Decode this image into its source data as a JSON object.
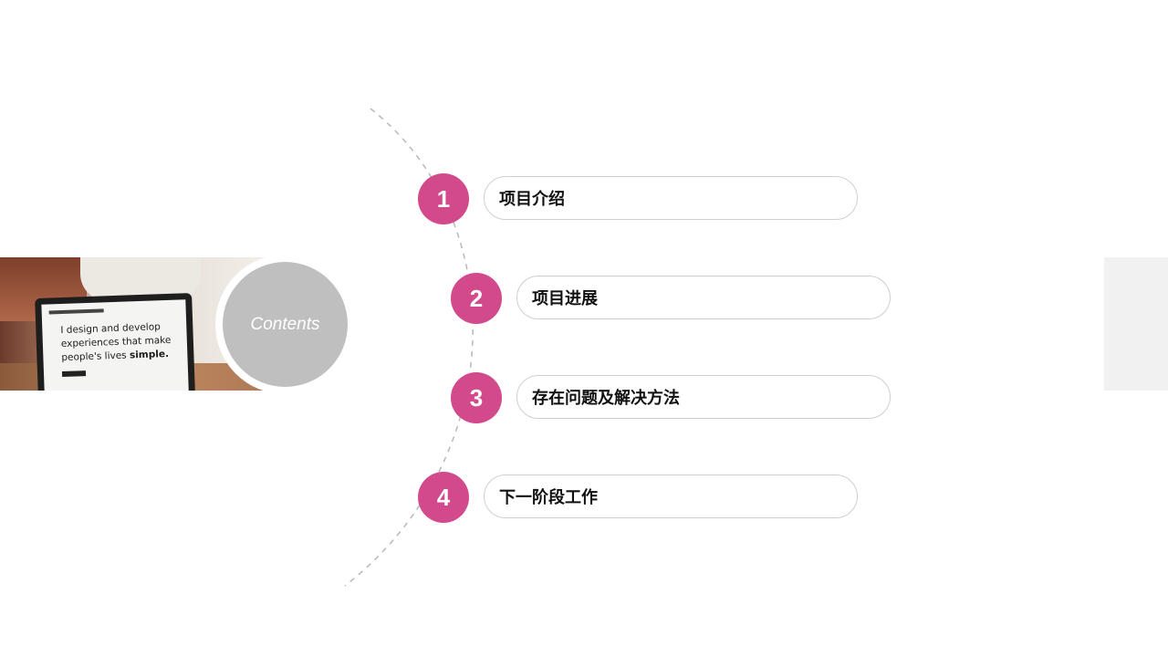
{
  "contents_label": "Contents",
  "photo_text": {
    "line1": "I design and develop",
    "line2": "experiences that make",
    "line3_prefix": "people's lives ",
    "line3_bold": "simple."
  },
  "accent_color": "#d24a8c",
  "agenda": [
    {
      "number": "1",
      "title": "项目介绍"
    },
    {
      "number": "2",
      "title": "项目进展"
    },
    {
      "number": "3",
      "title": "存在问题及解决方法"
    },
    {
      "number": "4",
      "title": "下一阶段工作"
    }
  ]
}
